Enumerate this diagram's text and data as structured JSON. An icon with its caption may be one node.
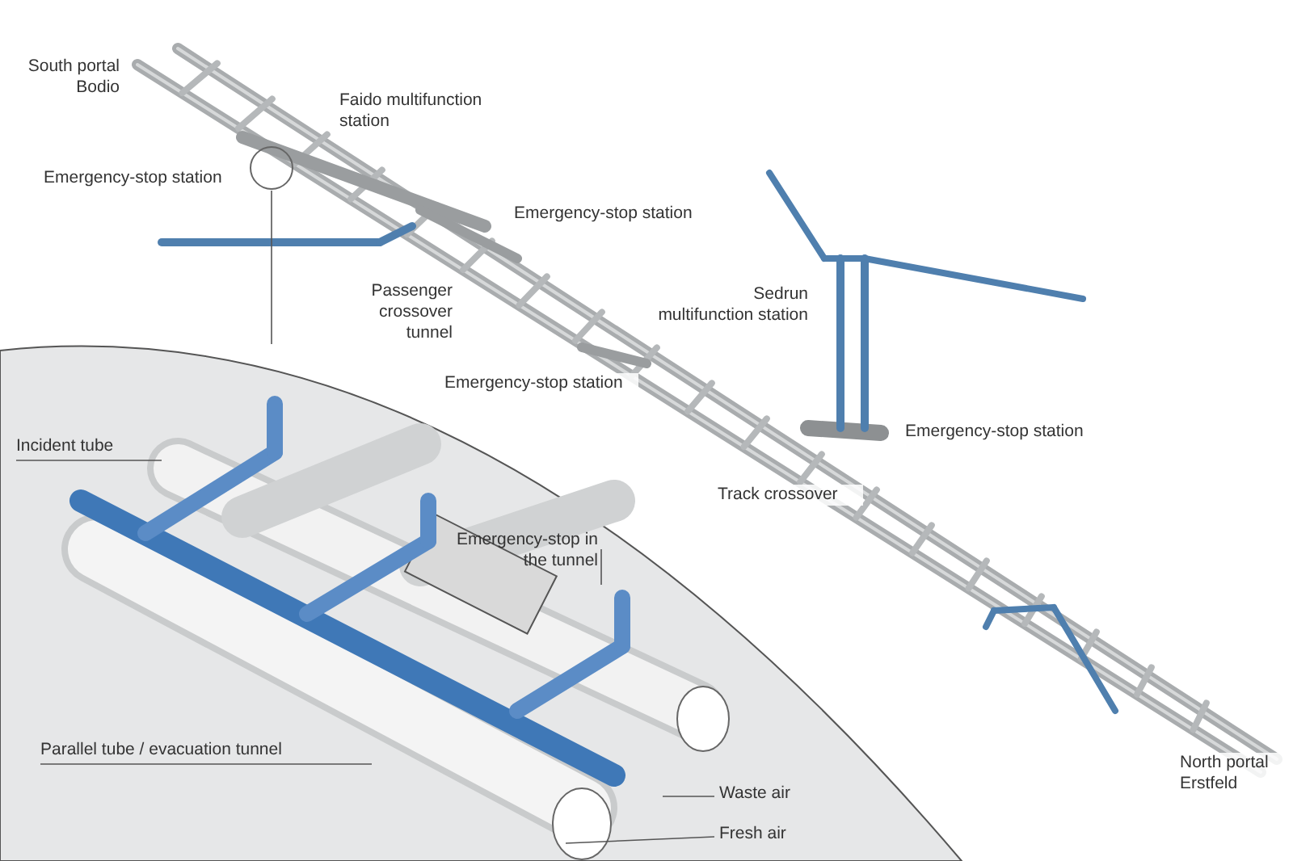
{
  "diagram": {
    "nodes": [
      {
        "text": [],
        "shape": "circle"
      },
      {
        "text": [],
        "shape": "picture"
      },
      {
        "text": [
          "Incident tube"
        ],
        "in": 1
      },
      {
        "text": [
          "Emergency-stop in the tunnel"
        ],
        "in": 1
      },
      {
        "text": [
          "Parallel tube / evacuation tunnel"
        ],
        "in": 1
      },
      {
        "text": [
          "Waste air"
        ],
        "in": 1
      },
      {
        "text": [
          "Fresh air"
        ],
        "in": 1
      }
    ],
    "edges": [
      {
        "from": 0,
        "to": 1,
        "arrow": "none"
      },
      {
        "from": 2,
        "to": null,
        "arrow": "none"
      },
      {
        "from": 3,
        "to": null,
        "arrow": "none"
      },
      {
        "from": 4,
        "to": null,
        "arrow": "none"
      },
      {
        "from": 5,
        "to": null,
        "arrow": "none"
      },
      {
        "from": 6,
        "to": null,
        "arrow": "none"
      }
    ],
    "labels": [
      "South portal Bodio",
      "Faido multifunction station",
      "Emergency-stop station",
      "Emergency-stop station",
      "Passenger crossover tunnel",
      "Sedrun multifunction station",
      "Emergency-stop station",
      "Emergency-stop station",
      "Track crossover",
      "North portal Erstfeld"
    ]
  }
}
